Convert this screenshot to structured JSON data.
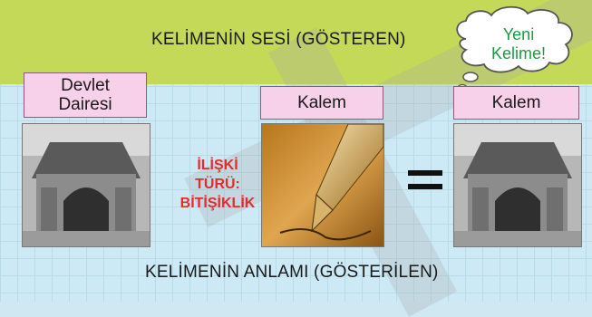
{
  "top_title": "KELİMENİN SESİ (GÖSTEREN)",
  "bottom_title": "KELİMENİN ANLAMI (GÖSTERİLEN)",
  "label_left": [
    "Devlet",
    "Dairesi"
  ],
  "label_middle": "Kalem",
  "label_right": "Kalem",
  "relation": [
    "İLİŞKİ",
    "TÜRÜ:",
    "BİTİŞİKLİK"
  ],
  "bubble": [
    "Yeni",
    "Kelime!"
  ],
  "colors": {
    "top_band": "#c5d959",
    "bottom_band": "#cce9f5",
    "label_fill": "#f7d0ea",
    "relation_text": "#e62b2b",
    "bubble_text": "#1c9a46"
  }
}
